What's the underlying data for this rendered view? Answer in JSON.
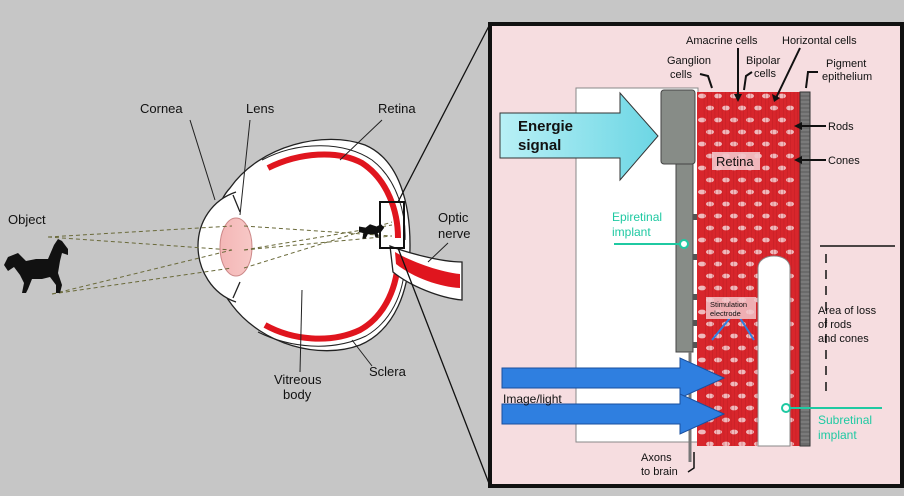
{
  "left": {
    "object": "Object",
    "cornea": "Cornea",
    "lens": "Lens",
    "retina": "Retina",
    "optic_nerve": [
      "Optic",
      "nerve"
    ],
    "vitreous_body": [
      "Vitreous",
      "body"
    ],
    "sclera": "Sclera"
  },
  "right": {
    "amacrine": "Amacrine cells",
    "horizontal": "Horizontal cells",
    "ganglion": [
      "Ganglion",
      "cells"
    ],
    "bipolar": [
      "Bipolar",
      "cells"
    ],
    "pigment": [
      "Pigment",
      "epithelium"
    ],
    "energie": [
      "Energie",
      "signal"
    ],
    "rods": "Rods",
    "cones": "Cones",
    "retina": "Retina",
    "epiretinal": [
      "Epiretinal",
      "implant"
    ],
    "stimulation": [
      "Stimulation",
      "electrode"
    ],
    "area_loss": [
      "Area of loss",
      "of rods",
      "and cones"
    ],
    "image_light": "Image/light",
    "subretinal": [
      "Subretinal",
      "implant"
    ],
    "axons": [
      "Axons",
      "to brain"
    ]
  },
  "colors": {
    "background": "#c6c6c6",
    "panel_bg": "#f6dde0",
    "retina_red": "#e0151e",
    "implant_gray": "#878c87",
    "energie_cyan": "#88e2ec",
    "light_blue": "#2f7fe0",
    "implant_teal": "#1fc9a2"
  }
}
